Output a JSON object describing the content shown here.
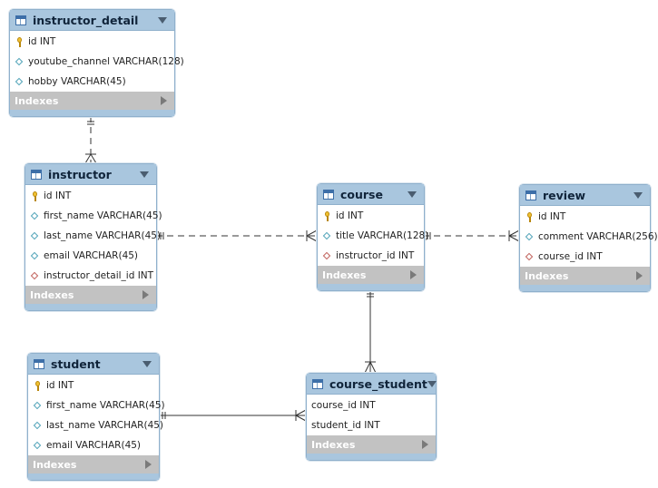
{
  "colors": {
    "header": "#a9c6de",
    "border": "#8fb0cc",
    "indexes": "#c2c2c2",
    "line": "#333333"
  },
  "indexes_label": "Indexes",
  "entities": {
    "instructor_detail": {
      "title": "instructor_detail",
      "columns": [
        {
          "icon": "primary-key-icon",
          "text": "id INT"
        },
        {
          "icon": "column-diamond-icon",
          "text": "youtube_channel VARCHAR(128)"
        },
        {
          "icon": "column-diamond-icon",
          "text": "hobby VARCHAR(45)"
        }
      ]
    },
    "instructor": {
      "title": "instructor",
      "columns": [
        {
          "icon": "primary-key-icon",
          "text": "id INT"
        },
        {
          "icon": "column-diamond-icon",
          "text": "first_name VARCHAR(45)"
        },
        {
          "icon": "column-diamond-icon",
          "text": "last_name VARCHAR(45)"
        },
        {
          "icon": "column-diamond-icon",
          "text": "email VARCHAR(45)"
        },
        {
          "icon": "foreign-key-icon",
          "text": "instructor_detail_id INT"
        }
      ]
    },
    "course": {
      "title": "course",
      "columns": [
        {
          "icon": "primary-key-icon",
          "text": "id INT"
        },
        {
          "icon": "column-diamond-icon",
          "text": "title VARCHAR(128)"
        },
        {
          "icon": "foreign-key-icon",
          "text": "instructor_id INT"
        }
      ]
    },
    "review": {
      "title": "review",
      "columns": [
        {
          "icon": "primary-key-icon",
          "text": "id INT"
        },
        {
          "icon": "column-diamond-icon",
          "text": "comment VARCHAR(256)"
        },
        {
          "icon": "foreign-key-icon",
          "text": "course_id INT"
        }
      ]
    },
    "student": {
      "title": "student",
      "columns": [
        {
          "icon": "primary-key-icon",
          "text": "id INT"
        },
        {
          "icon": "column-diamond-icon",
          "text": "first_name VARCHAR(45)"
        },
        {
          "icon": "column-diamond-icon",
          "text": "last_name VARCHAR(45)"
        },
        {
          "icon": "column-diamond-icon",
          "text": "email VARCHAR(45)"
        }
      ]
    },
    "course_student": {
      "title": "course_student",
      "columns": [
        {
          "icon": "none",
          "text": "course_id INT"
        },
        {
          "icon": "none",
          "text": "student_id INT"
        }
      ]
    }
  },
  "relationships": [
    {
      "from": "instructor_detail",
      "to": "instructor",
      "style": "dashed",
      "from_end": "one",
      "to_end": "many"
    },
    {
      "from": "instructor",
      "to": "course",
      "style": "dashed",
      "from_end": "one",
      "to_end": "many"
    },
    {
      "from": "course",
      "to": "review",
      "style": "dashed",
      "from_end": "one",
      "to_end": "many"
    },
    {
      "from": "course",
      "to": "course_student",
      "style": "solid",
      "from_end": "one",
      "to_end": "many"
    },
    {
      "from": "student",
      "to": "course_student",
      "style": "solid",
      "from_end": "one",
      "to_end": "many"
    }
  ]
}
